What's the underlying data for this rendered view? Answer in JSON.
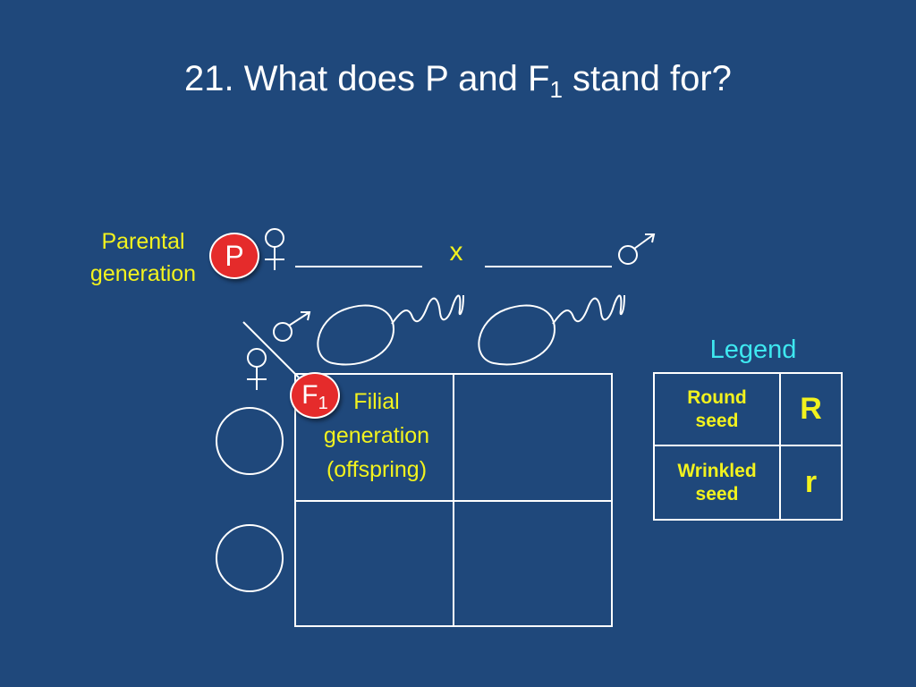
{
  "slide": {
    "title_main": "21.  What does P and F",
    "title_sub": "1",
    "title_end": " stand for?"
  },
  "parental": {
    "label": "Parental generation",
    "badge": "P"
  },
  "cross": {
    "symbol": "x"
  },
  "filial": {
    "badge_main": "F",
    "badge_sub": "1",
    "label": "Filial generation",
    "note": "(offspring)"
  },
  "legend": {
    "title": "Legend",
    "rows": [
      {
        "trait": "Round\nseed",
        "symbol": "R"
      },
      {
        "trait": "Wrinkled\nseed",
        "symbol": "r"
      }
    ]
  },
  "colors": {
    "background": "#1f487b",
    "label_yellow": "#f2f21e",
    "legend_cyan": "#3ee8f0",
    "badge_red": "#e52b2b"
  }
}
